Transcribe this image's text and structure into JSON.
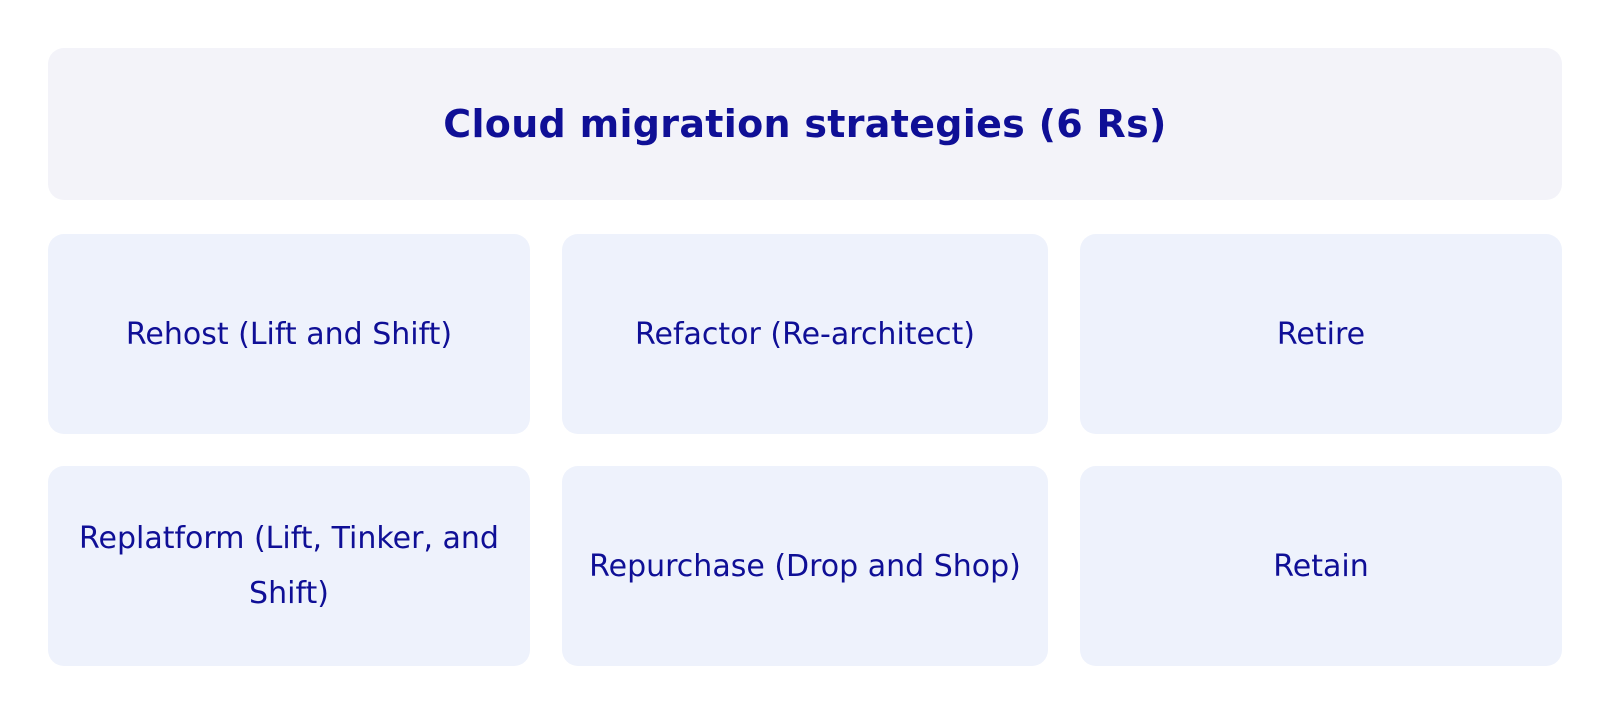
{
  "title": "Cloud migration strategies (6 Rs)",
  "strategies": [
    "Rehost (Lift and Shift)",
    "Refactor (Re-architect)",
    "Retire",
    "Replatform (Lift, Tinker, and Shift)",
    "Repurchase (Drop and Shop)",
    "Retain"
  ],
  "colors": {
    "text": "#0f0f96",
    "title_background": "#f3f3f9",
    "cell_background": "#eef2fc",
    "page_background": "#ffffff"
  }
}
